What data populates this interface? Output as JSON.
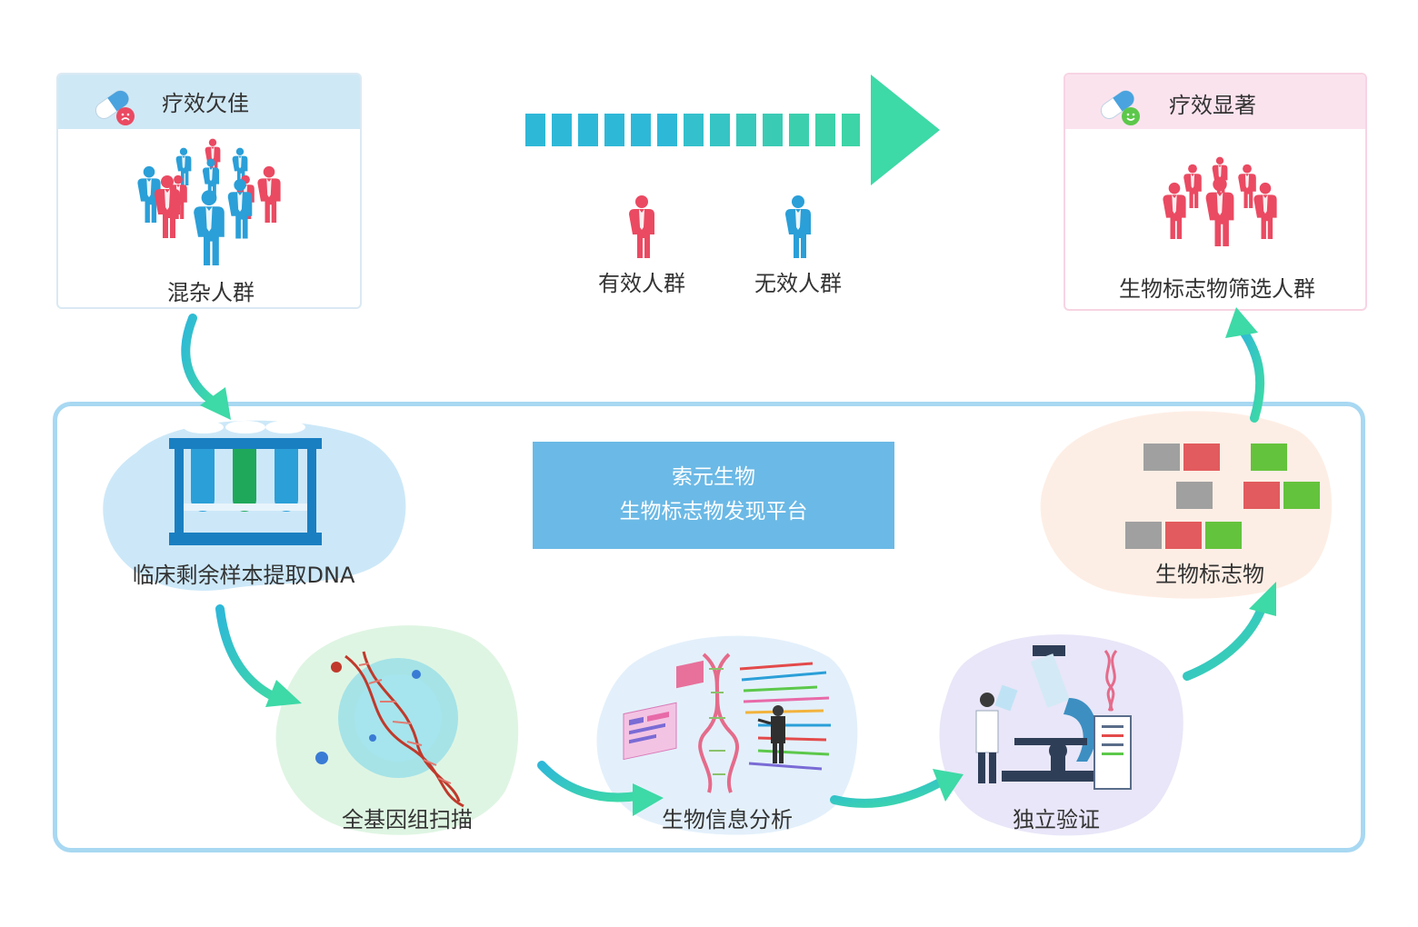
{
  "top": {
    "poor_card": {
      "header": "疗效欠佳",
      "label": "混杂人群",
      "header_color": "#cfe8f5",
      "border_color": "#dbe9f3"
    },
    "good_card": {
      "header": "疗效显著",
      "label": "生物标志物筛选人群",
      "header_color": "#fbe3ee",
      "border_color": "#f7d4e3"
    },
    "legend": {
      "effective": "有效人群",
      "ineffective": "无效人群"
    }
  },
  "platform": {
    "line1": "索元生物",
    "line2": "生物标志物发现平台"
  },
  "steps": {
    "dna": "临床剩余样本提取DNA",
    "gwas": "全基因组扫描",
    "bioinfo": "生物信息分析",
    "validation": "独立验证",
    "biomarker": "生物标志物"
  },
  "colors": {
    "blue_person": "#2a9fd8",
    "red_person": "#ea4a62",
    "arrow_teal": "#33c3c3",
    "arrow_head": "#3dd9a6",
    "platform_bg": "#6bb9e6",
    "panel_border": "#a8d8f2",
    "cell_gray": "#a0a0a0",
    "cell_red": "#e25b5e",
    "cell_green": "#64c33c"
  },
  "icons": [
    "pill-sad-icon",
    "pill-smile-icon",
    "crowd-icon",
    "person-icon",
    "test-tube-rack-icon",
    "dna-helix-icon",
    "scientist-microscope-icon",
    "heatmap-grid-icon",
    "curved-arrow-icon"
  ]
}
